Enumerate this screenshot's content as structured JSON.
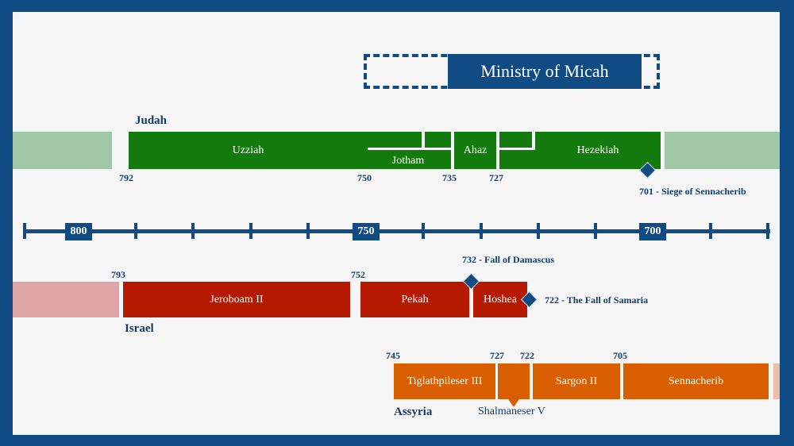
{
  "title": "Ministry of Micah",
  "kingdoms": {
    "judah": "Judah",
    "israel": "Israel",
    "assyria": "Assyria"
  },
  "judah_kings": [
    {
      "name": "Uzziah",
      "start": "792"
    },
    {
      "name": "Jotham",
      "start": "750"
    },
    {
      "name": "Ahaz",
      "start": "735"
    },
    {
      "name": "Hezekiah",
      "start": "727"
    }
  ],
  "israel_kings": [
    {
      "name": "Jeroboam II",
      "start": "793"
    },
    {
      "name": "Pekah",
      "start": "752"
    },
    {
      "name": "Hoshea",
      "start": ""
    }
  ],
  "assyria_kings": [
    {
      "name": "Tiglathpileser III",
      "start": "745"
    },
    {
      "name": "Shalmaneser V",
      "start": "727"
    },
    {
      "name": "Sargon II",
      "start": "722"
    },
    {
      "name": "Sennacherib",
      "start": "705"
    }
  ],
  "axis": {
    "labels": [
      "800",
      "750",
      "700"
    ]
  },
  "events": {
    "siege": "701 - Siege of Sennacherib",
    "damascus": "732 - Fall of Damascus",
    "samaria": "722 - The Fall of Samaria"
  },
  "colors": {
    "frame": "#114b84",
    "judah": "#137a0d",
    "israel": "#b51a00",
    "assyria": "#d95e00"
  }
}
